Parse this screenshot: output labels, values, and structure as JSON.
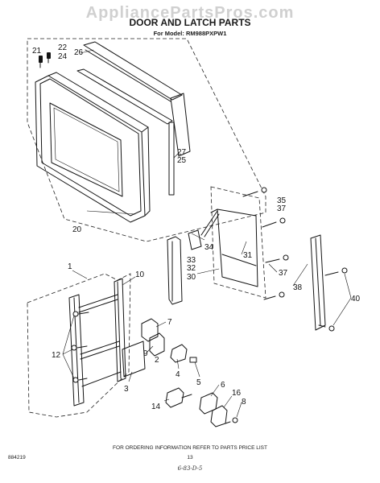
{
  "watermark": "AppliancePartsPros.com",
  "title": "DOOR AND LATCH PARTS",
  "model_line": "For Model: RM988PXPW1",
  "callouts": {
    "c1": "1",
    "c2": "2",
    "c3": "3",
    "c4": "4",
    "c5": "5",
    "c6": "6",
    "c7": "7",
    "c8": "8",
    "c9": "9",
    "c10": "10",
    "c12": "12",
    "c14": "14",
    "c16": "16",
    "c20": "20",
    "c21": "21",
    "c22": "22",
    "c24": "24",
    "c25": "25",
    "c26": "26",
    "c27": "27",
    "c30": "30",
    "c31": "31",
    "c32": "32",
    "c33": "33",
    "c34": "34",
    "c35": "35",
    "c37a": "37",
    "c37b": "37",
    "c38": "38",
    "c40": "40"
  },
  "footer": {
    "ordering_note": "FOR ORDERING INFORMATION REFER TO PARTS PRICE LIST",
    "doc_number": "884219",
    "page_number": "13",
    "handwritten": "6-83-D-5"
  }
}
